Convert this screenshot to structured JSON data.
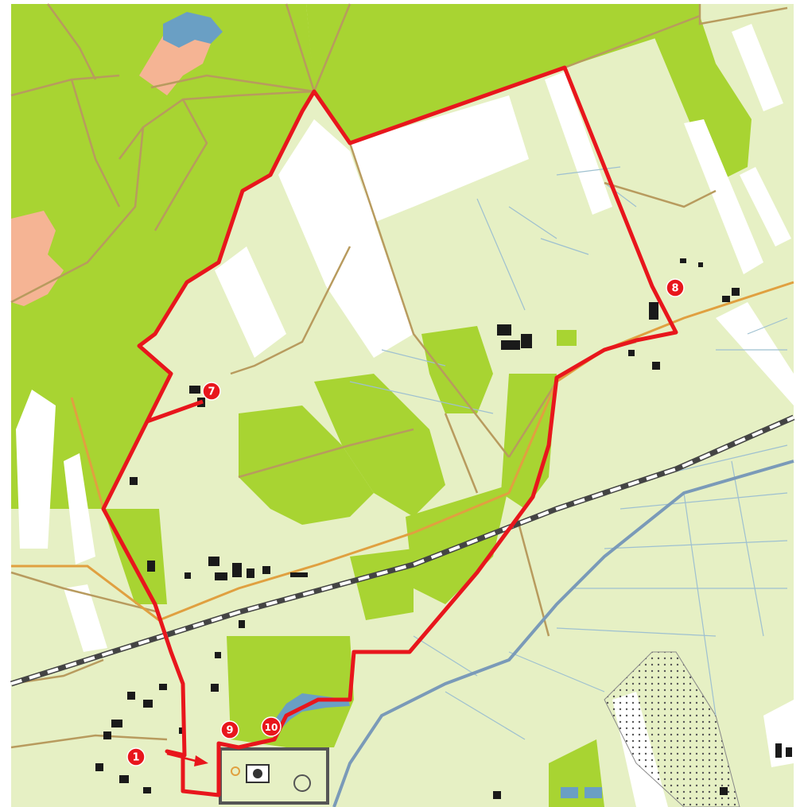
{
  "map": {
    "colors": {
      "forest": "#a8d432",
      "meadow": "#e6f0c4",
      "field_white": "#ffffff",
      "heath": "#f5b494",
      "water": "#6a9fc4",
      "road_minor": "#b89b5e",
      "road_main": "#e0a040",
      "ditch": "#9ec0d0",
      "railway": "#555555",
      "canal": "#7a9ab8",
      "building": "#1a1a1a",
      "route": "#e8161c",
      "marker_fill": "#e8161c",
      "marker_text": "#ffffff"
    },
    "route": {
      "name": "red-route",
      "direction_arrow": true
    },
    "markers": [
      {
        "id": "marker-1",
        "label": "1"
      },
      {
        "id": "marker-7",
        "label": "7"
      },
      {
        "id": "marker-8",
        "label": "8"
      },
      {
        "id": "marker-9",
        "label": "9"
      },
      {
        "id": "marker-10",
        "label": "10"
      }
    ]
  }
}
